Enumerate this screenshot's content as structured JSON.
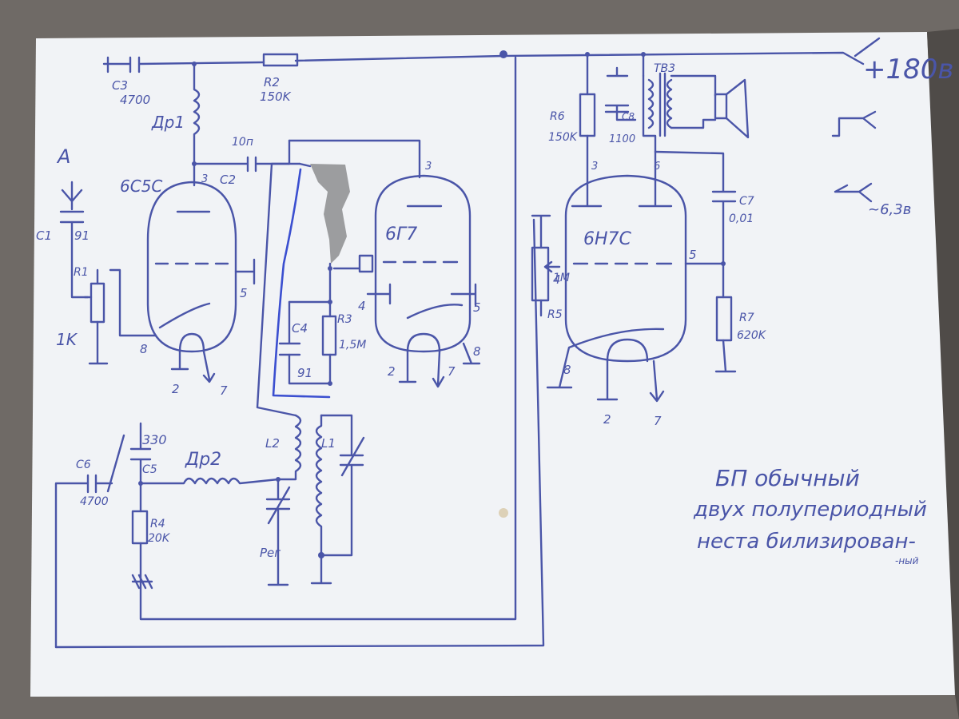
{
  "colors": {
    "ink": "#4a55a8",
    "paper": "#f1f3f6",
    "blue_ink": "#3b4fd0",
    "background": "#6f6a66"
  },
  "labels": {
    "c3": "C3",
    "c3_val": "4700",
    "r2": "R2",
    "r2_val": "150K",
    "dr1": "Др1",
    "c2_val": "10п",
    "c2": "C2",
    "antenna": "A",
    "c1": "C1",
    "c1_val": "91",
    "r1": "R1",
    "r1_val": "1K",
    "tube1": "6С5С",
    "tube2": "6Г7",
    "tube3": "6Н7С",
    "r3": "R3",
    "r3_val": "1,5M",
    "c4": "C4",
    "c4_val": "91",
    "r6": "R6",
    "r6_val": "150K",
    "c8": "C8",
    "c8_val": "1100",
    "tr3": "ТВ3",
    "c7": "C7",
    "c7_val": "0,01",
    "r5": "R5",
    "r5_val": "1М",
    "r7": "R7",
    "r7_val": "620K",
    "plus180": "+180в",
    "heater": "~6,3в",
    "c5": "C5",
    "c5_val": "330",
    "c6": "C6",
    "c6_val": "4700",
    "dr2": "Др2",
    "r4": "R4",
    "r4_val": "20K",
    "l1": "L1",
    "l2": "L2",
    "reg": "Рег",
    "pins": {
      "t1_plate": "3",
      "t1_grid": "5",
      "t1_cath": "8",
      "t1_h1": "2",
      "t1_h2": "7",
      "t2_plate": "3",
      "t2_g4": "4",
      "t2_g5": "5",
      "t2_cath": "8",
      "t2_h1": "2",
      "t2_h2": "7",
      "t3_p1": "3",
      "t3_p2": "6",
      "t3_g": "5",
      "t3_g2": "4",
      "t3_cath": "8",
      "t3_h1": "2",
      "t3_h2": "7"
    }
  },
  "note": {
    "line1": "БП обычный",
    "line2": "двух полупериодный",
    "line3": "неста билизирован-",
    "line4": "-ный"
  }
}
